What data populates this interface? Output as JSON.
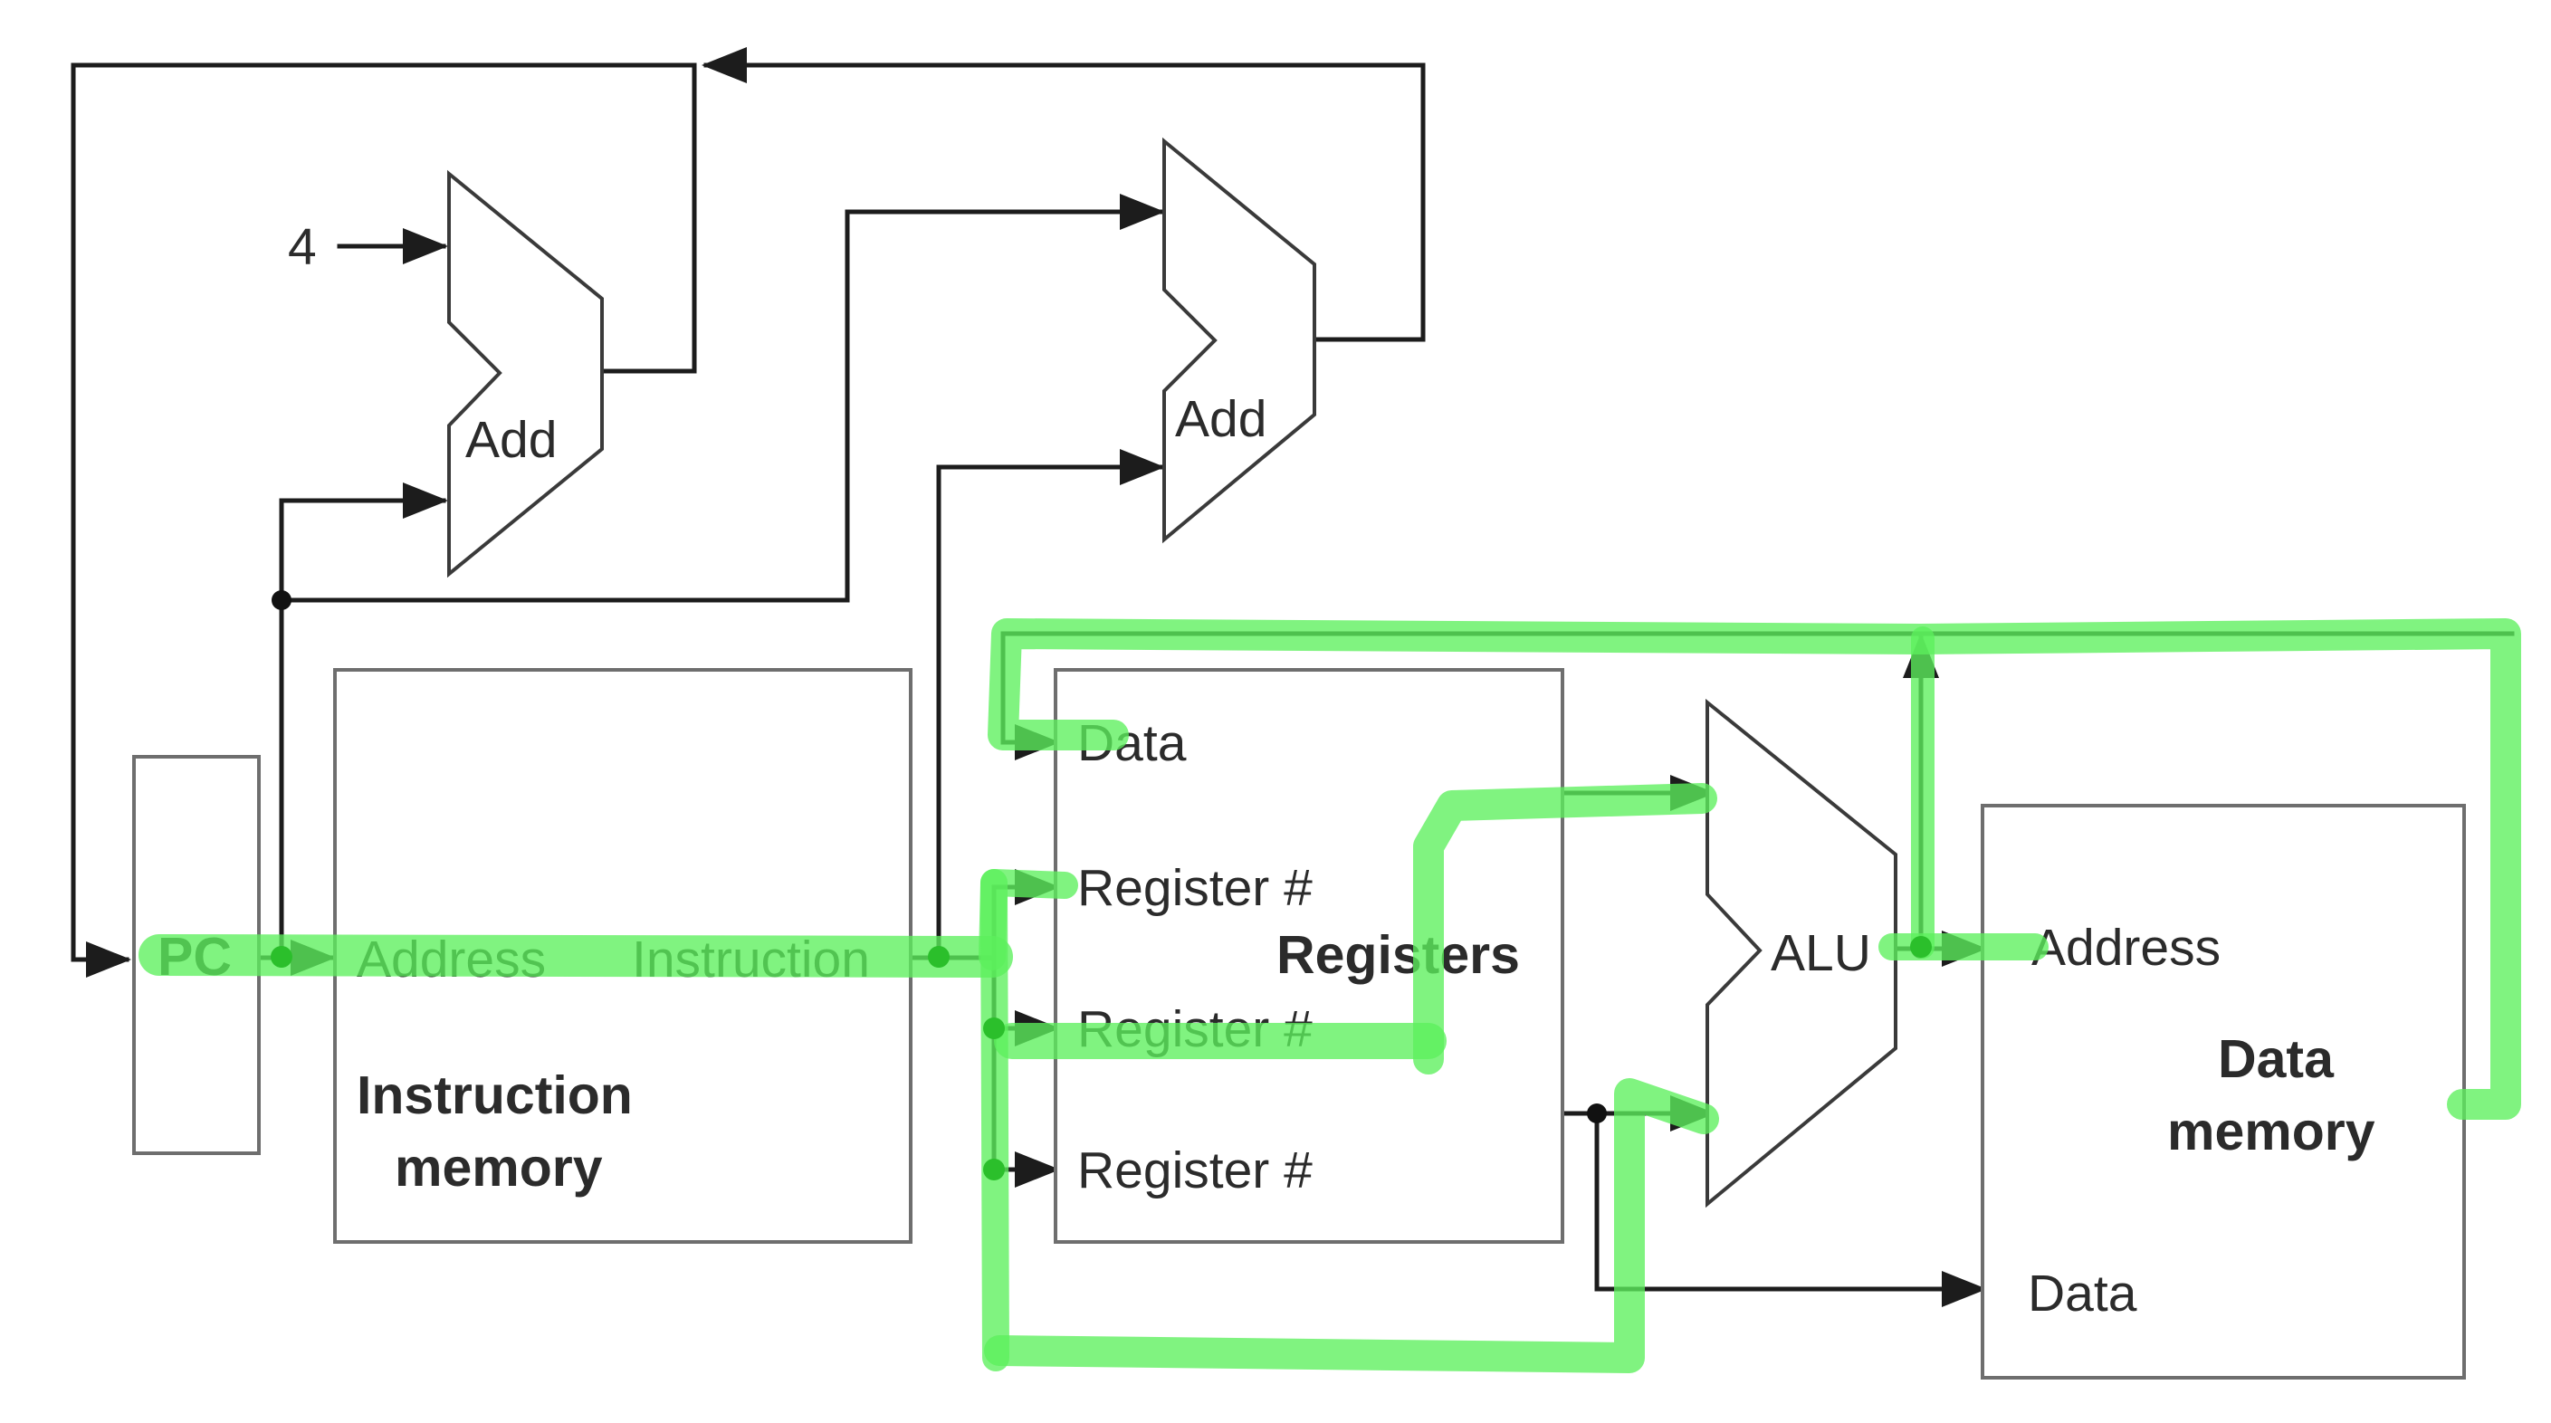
{
  "labels": {
    "const_four": "4",
    "adder_pc": "Add",
    "adder_branch": "Add",
    "pc": "PC",
    "imem_address": "Address",
    "imem_instruction": "Instruction",
    "imem_title_line1": "Instruction",
    "imem_title_line2": "memory",
    "reg_data": "Data",
    "reg_num_1": "Register #",
    "reg_num_2": "Register #",
    "reg_num_3": "Register #",
    "reg_title": "Registers",
    "alu": "ALU",
    "dmem_address": "Address",
    "dmem_title_line1": "Data",
    "dmem_title_line2": "memory",
    "dmem_data": "Data"
  },
  "colors": {
    "wire": "#1c1c1c",
    "box_border": "#6e6e6e",
    "highlight": "#5cf05c",
    "text": "#2b2b2b"
  }
}
